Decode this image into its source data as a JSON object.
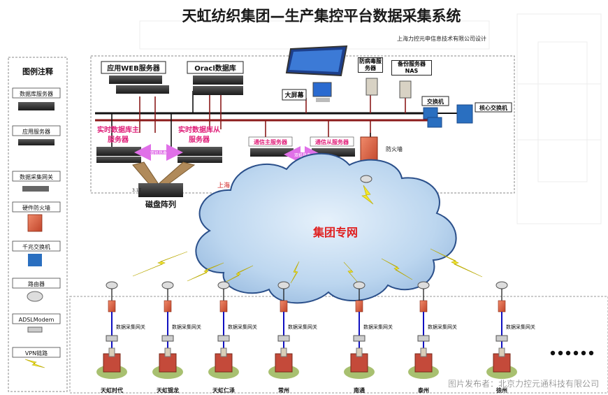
{
  "title": "天虹纺织集团—生产集控平台数据采集系统",
  "designer": "上海力控元申信息技术有限公司设计",
  "legend": {
    "heading": "图例注释",
    "items": [
      "数据库服务器",
      "应用服务器",
      "数据采集网关",
      "硬件防火墙",
      "千兆交换机",
      "路由器",
      "ADSLModem",
      "VPN链路"
    ]
  },
  "servers": {
    "web": "应用WEB服务器",
    "oracle": "Oracl数据库",
    "screen": "大屏幕",
    "antivirus": "防病毒服务器",
    "backup": "备份服务器NAS",
    "switch": "交换机",
    "core_switch": "核心交换机",
    "rt_master": "实时数据库主服务器",
    "rt_slave": "实时数据库从服务器",
    "comm_master": "通信主服务器",
    "comm_slave": "通信从服务器",
    "hot_standby": "双机热备",
    "firewall": "防火墙",
    "disk_array": "磁盘阵列",
    "disk_note": "3.1T",
    "location": "上海"
  },
  "cloud_label": "集团专网",
  "gateway_label": "数据采集网关",
  "sites": [
    "天虹时代",
    "天虹银龙",
    "天虹仁泽",
    "常州",
    "南通",
    "泰州",
    "徐州"
  ],
  "watermark": "图片发布者：北京力控元通科技有限公司",
  "colors": {
    "title": "#1a1a1a",
    "server_label": "#e0207a",
    "cloud_label": "#e02020",
    "location": "#d02020",
    "lan": "#111111",
    "lan_red": "#8b1a1a",
    "site_link": "#1010c0"
  }
}
